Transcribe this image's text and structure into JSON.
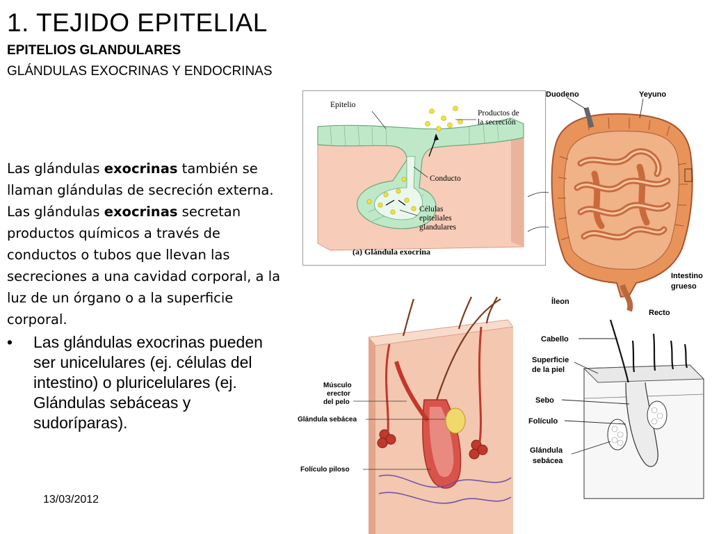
{
  "slide": {
    "title": "1. TEJIDO EPITELIAL",
    "subtitle_bold": "EPITELIOS GLANDULARES",
    "subtitle": "GLÁNDULAS EXOCRINAS Y ENDOCRINAS",
    "paragraph": {
      "p1": "Las glándulas ",
      "b1": "exocrinas",
      "p2": " también se llaman glándulas de secreción externa. Las glándulas ",
      "b2": "exocrinas",
      "p3": " secretan productos químicos a través de conductos o tubos que llevan las secreciones a una cavidad corporal, a la luz de un órgano o a la superficie corporal."
    },
    "bullet_marker": "•",
    "bullet": "Las glándulas exocrinas pueden ser unicelulares  (ej. células del intestino)  o pluricelulares (ej.  Glándulas sebáceas y  sudoríparas).",
    "date": "13/03/2012"
  },
  "figures": {
    "exocrine": {
      "epitelio": "Epitelio",
      "productos_1": "Productos de",
      "productos_2": "la secreción",
      "conducto": "Conducto",
      "celulas_1": "Células",
      "celulas_2": "epiteliales",
      "celulas_3": "glandulares",
      "caption": "(a) Glándula exocrina"
    },
    "intestine": {
      "duodeno": "Duodeno",
      "yeyuno": "Yeyuno",
      "intestino_1": "Intestino",
      "intestino_2": "grueso",
      "ileon": "Íleon",
      "recto": "Recto"
    },
    "skin_color": {
      "musculo_1": "Músculo",
      "musculo_2": "erector",
      "musculo_3": "del pelo",
      "glandula": "Glándula sebácea",
      "foliculo": "Folículo piloso"
    },
    "skin_sketch": {
      "cabello": "Cabello",
      "superficie_1": "Superficie",
      "superficie_2": "de la piel",
      "sebo": "Sebo",
      "foliculo": "Folículo",
      "glandula_1": "Glándula",
      "glandula_2": "sebácea"
    }
  },
  "colors": {
    "epithelium_green": "#bfe8c9",
    "tissue_pink": "#f6c8b3",
    "secretion_yellow": "#f1e23a",
    "intestine_orange": "#e8935a",
    "skin_red": "#d9534a"
  }
}
